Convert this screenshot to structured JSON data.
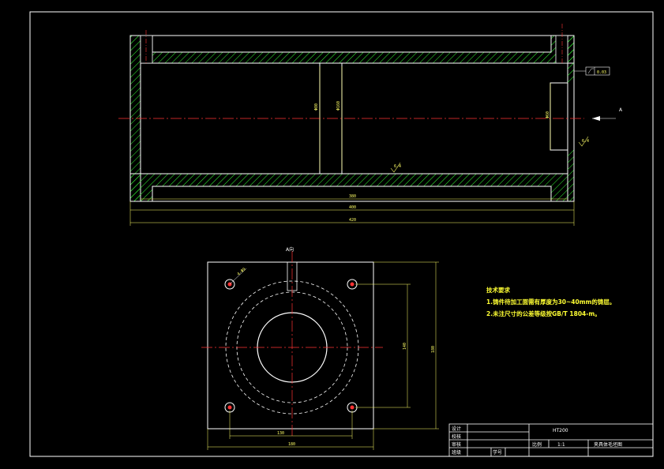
{
  "colors": {
    "background": "#000000",
    "outline": "#ffffff",
    "hatch": "#33ff33",
    "centerline": "#ff3333",
    "dimension": "#ffff66",
    "note_text": "#ffff33"
  },
  "front_view": {
    "dim_inner_length": "380",
    "dim_mid_length": "400",
    "dim_overall_length": "420",
    "dim_bore": "Φ80",
    "dim_outer": "Φ160",
    "dim_flange": "Φ60",
    "roughness_mark": "6.4",
    "roughness_mark_right": "6.4",
    "tolerance_value": "0.03",
    "view_arrow_label": "A"
  },
  "side_view": {
    "view_label": "A向",
    "hole_label": "4-Φ9",
    "dim_bottom_inner": "130",
    "dim_bottom_overall": "180",
    "dim_right_inner": "140",
    "dim_right_overall": "180"
  },
  "tech_notes": {
    "heading": "技术要求",
    "line1": "1.铸件待加工面需有厚度为30~40mm的铸层。",
    "line2": "2.未注尺寸的公差等级按GB/T 1804-m。"
  },
  "title_block": {
    "row1_label": "设计",
    "row2_label": "校核",
    "row3_label": "审核",
    "row4_label": "班级",
    "row4_cell": "学号",
    "material": "HT200",
    "scale_label": "比例",
    "scale_value": "1:1",
    "drawing_name": "夹具体毛坯图"
  }
}
